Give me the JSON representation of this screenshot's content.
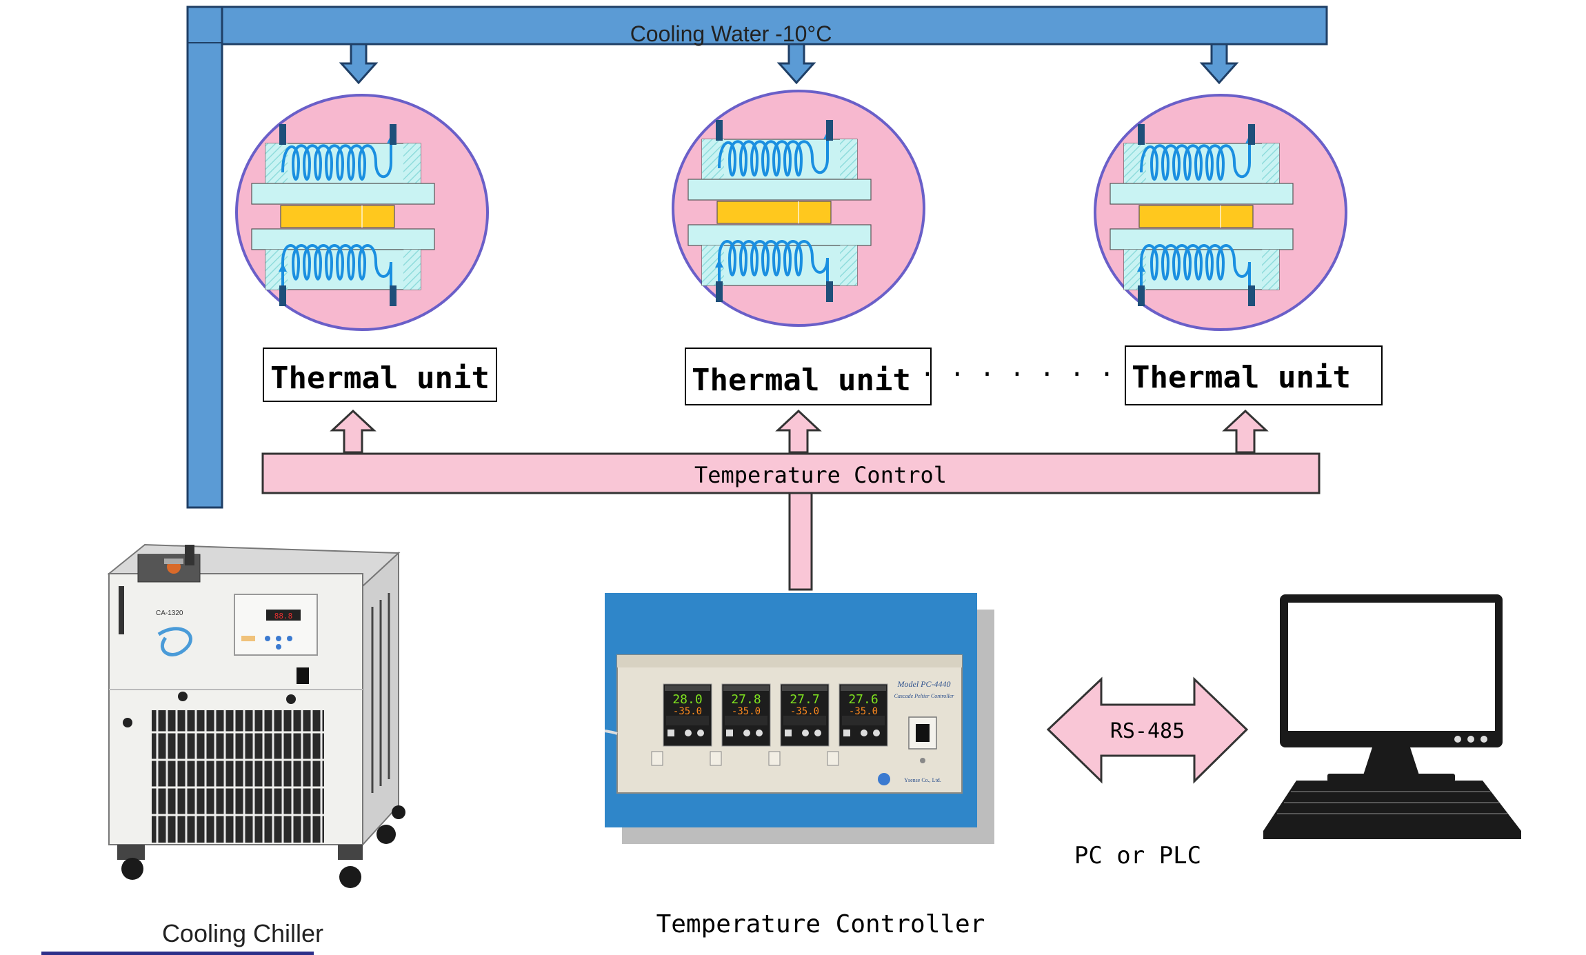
{
  "cooling_water_label": "Cooling Water -10°C",
  "thermal_units": [
    {
      "label": "Thermal unit"
    },
    {
      "label": "Thermal unit"
    },
    {
      "label": "Thermal unit"
    }
  ],
  "ellipsis": "· · · · · · ·",
  "temperature_control_label": "Temperature Control",
  "cooling_chiller_label": "Cooling Chiller",
  "temperature_controller_label": "Temperature Controller",
  "rs485_label": "RS-485",
  "pc_label": "PC or PLC",
  "chiller_model_label": "CA-1320",
  "controller": {
    "model_label": "Model PC-4440",
    "subtitle": "Cascade Peltier Controller",
    "maker": "Ysense Co., Ltd.",
    "pv_values": [
      "28.0",
      "27.8",
      "27.7",
      "27.6"
    ],
    "sv_values": [
      "-35.0",
      "-35.0",
      "-35.0",
      "-35.0"
    ]
  },
  "colors": {
    "water_blue": "#5b9bd5",
    "water_blue_dark": "#2e5f8a",
    "pink": "#f9c6d6",
    "circle_pink": "#f7b8cf",
    "circle_border": "#6a5fc8",
    "plate_cyan": "#c9f3f3",
    "sample_yellow": "#ffc81e",
    "coil_blue": "#1a8fe0",
    "controller_bg": "#2f86c9"
  }
}
